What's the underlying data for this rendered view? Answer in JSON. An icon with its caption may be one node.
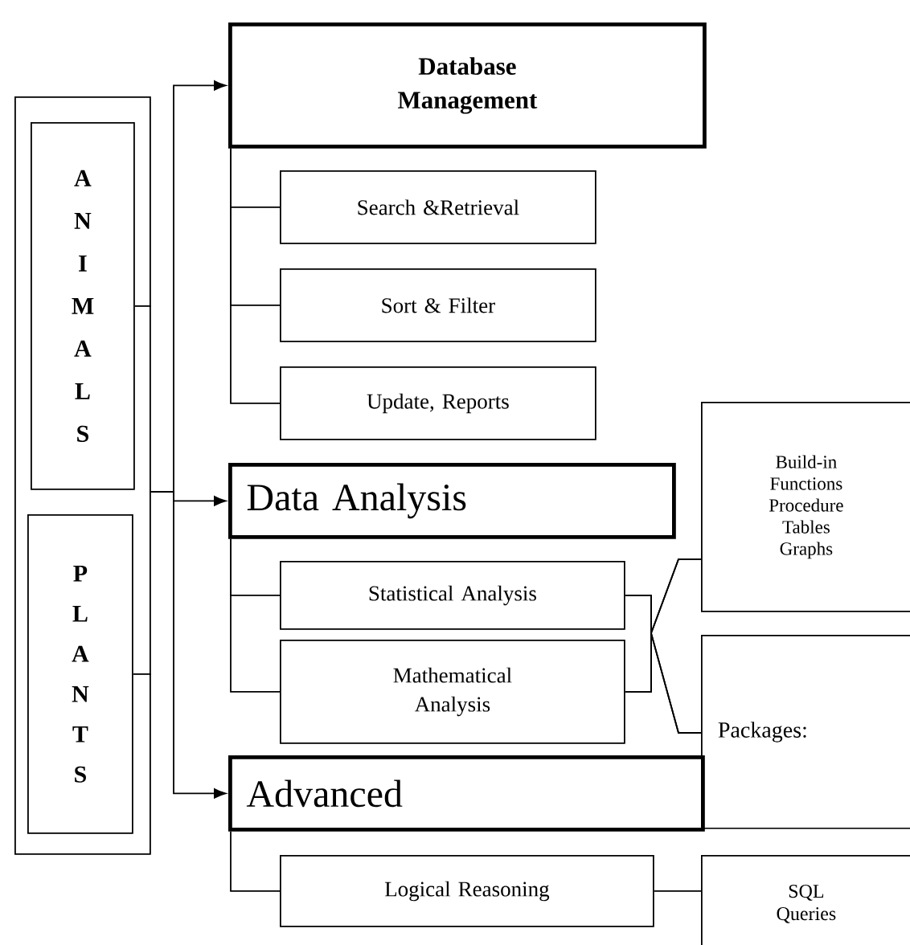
{
  "diagram": {
    "nodes": [
      {
        "text": [],
        "shape": "box"
      },
      {
        "text": [
          "A N I M A L S"
        ],
        "in": 0
      },
      {
        "text": [
          "P L A N T S"
        ],
        "in": 0
      },
      {
        "text": [
          "Database Management"
        ]
      },
      {
        "text": [
          "Search &Retrieval"
        ]
      },
      {
        "text": [
          "Sort & Filter"
        ]
      },
      {
        "text": [
          "Update, Reports"
        ]
      },
      {
        "text": [
          "Data Analysis"
        ]
      },
      {
        "text": [
          "Statistical Analysis"
        ]
      },
      {
        "text": [
          "Mathematical Analysis"
        ]
      },
      {
        "text": [
          "Advanced"
        ]
      },
      {
        "text": [
          "Logical Reasoning"
        ]
      },
      {
        "text": [
          "Build-in Functions",
          "Procedure",
          "Tables",
          "Graphs"
        ]
      },
      {
        "text": [
          "Packages:"
        ]
      },
      {
        "text": [
          "SQL Queries"
        ]
      }
    ],
    "edges": [
      {
        "from": 1,
        "to": 0,
        "arrow": "none"
      },
      {
        "from": 2,
        "to": 0,
        "arrow": "none"
      },
      {
        "from": 0,
        "to": 3,
        "arrow": "to"
      },
      {
        "from": 0,
        "to": 7,
        "arrow": "to"
      },
      {
        "from": 0,
        "to": 10,
        "arrow": "to"
      },
      {
        "from": 3,
        "to": 4,
        "arrow": "none"
      },
      {
        "from": 3,
        "to": 5,
        "arrow": "none"
      },
      {
        "from": 3,
        "to": 6,
        "arrow": "none"
      },
      {
        "from": 7,
        "to": 8,
        "arrow": "none"
      },
      {
        "from": 7,
        "to": 9,
        "arrow": "none"
      },
      {
        "from": 10,
        "to": 11,
        "arrow": "none"
      },
      {
        "from": 8,
        "to": 12,
        "arrow": "none"
      },
      {
        "from": 8,
        "to": 13,
        "arrow": "none"
      },
      {
        "from": 9,
        "to": 12,
        "arrow": "none"
      },
      {
        "from": 9,
        "to": 13,
        "arrow": "none"
      },
      {
        "from": 11,
        "to": 14,
        "arrow": "none"
      }
    ]
  }
}
